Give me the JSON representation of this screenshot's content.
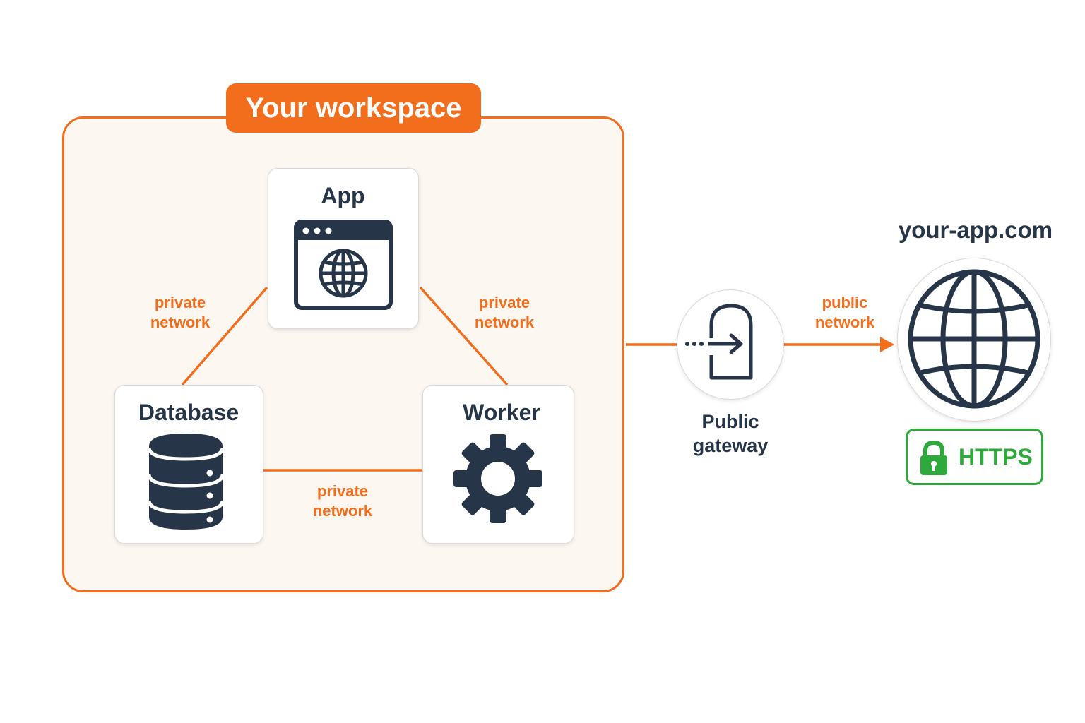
{
  "workspace": {
    "title": "Your workspace"
  },
  "nodes": {
    "app": {
      "label": "App",
      "icon": "browser-globe-icon"
    },
    "database": {
      "label": "Database",
      "icon": "database-icon"
    },
    "worker": {
      "label": "Worker",
      "icon": "gear-icon"
    }
  },
  "edges": {
    "app_database": {
      "line1": "private",
      "line2": "network"
    },
    "app_worker": {
      "line1": "private",
      "line2": "network"
    },
    "database_worker": {
      "line1": "private",
      "line2": "network"
    },
    "gateway_internet": {
      "line1": "public",
      "line2": "network"
    }
  },
  "gateway": {
    "line1": "Public",
    "line2": "gateway",
    "icon": "door-exit-icon"
  },
  "internet": {
    "domain": "your-app.com",
    "icon": "globe-icon",
    "badge": {
      "text": "HTTPS",
      "icon": "lock-icon"
    }
  },
  "colors": {
    "accent": "#f26d1c",
    "dark": "#263547",
    "secure": "#2eaa3c",
    "workspace_bg": "#fdf7f2"
  }
}
